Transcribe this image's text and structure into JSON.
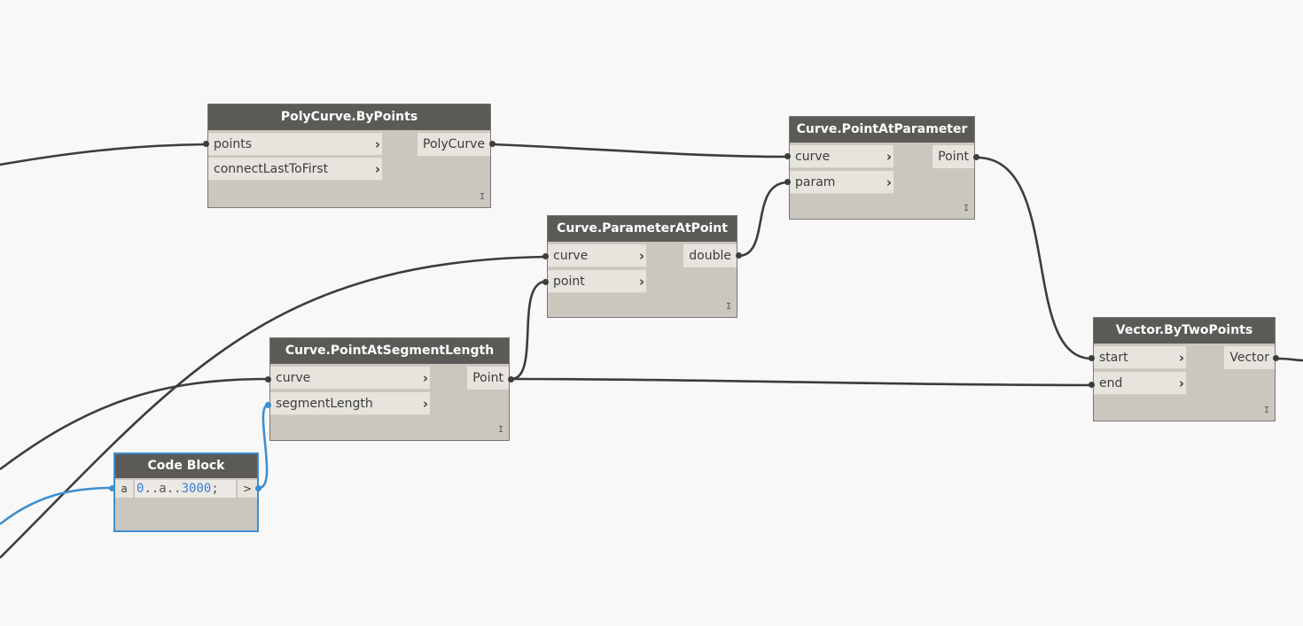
{
  "nodes": {
    "polycurve": {
      "title": "PolyCurve.ByPoints",
      "inputs": [
        "points",
        "connectLastToFirst"
      ],
      "output": "PolyCurve",
      "lacing": "I"
    },
    "pointAtParameter": {
      "title": "Curve.PointAtParameter",
      "inputs": [
        "curve",
        "param"
      ],
      "output": "Point",
      "lacing": "I"
    },
    "parameterAtPoint": {
      "title": "Curve.ParameterAtPoint",
      "inputs": [
        "curve",
        "point"
      ],
      "output": "double",
      "lacing": "I"
    },
    "pointAtSegmentLength": {
      "title": "Curve.PointAtSegmentLength",
      "inputs": [
        "curve",
        "segmentLength"
      ],
      "output": "Point",
      "lacing": "I"
    },
    "vectorByTwoPoints": {
      "title": "Vector.ByTwoPoints",
      "inputs": [
        "start",
        "end"
      ],
      "output": "Vector",
      "lacing": "I"
    },
    "codeBlock": {
      "title": "Code Block",
      "input": "a",
      "code_parts": [
        "0",
        "..a..",
        "3000",
        ";"
      ],
      "output": ">"
    }
  },
  "colors": {
    "canvas": "#f8f8f8",
    "node_header": "#5c5a57",
    "node_body": "#cbc6be",
    "port": "#e7e4de",
    "wire": "#3c3c3c",
    "selected_wire": "#3d8fd1"
  },
  "icons": {
    "input_chevron": "chevron-right-icon"
  }
}
